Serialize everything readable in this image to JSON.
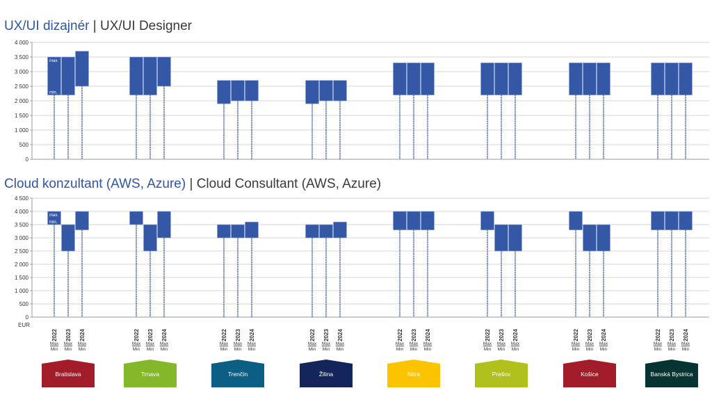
{
  "charts_meta": {
    "units_label": "EUR",
    "year_labels": [
      "2022",
      "2023",
      "2024"
    ],
    "max_label": "Max",
    "min_label": "Min",
    "inbar_max_label": "max.",
    "inbar_min_label": "min."
  },
  "regions": [
    {
      "name": "Bratislava",
      "color": "#a21c29"
    },
    {
      "name": "Trnava",
      "color": "#84b82a"
    },
    {
      "name": "Trenčín",
      "color": "#0b5f84"
    },
    {
      "name": "Žilina",
      "color": "#13255a"
    },
    {
      "name": "Nitra",
      "color": "#fbc300"
    },
    {
      "name": "Prešov",
      "color": "#b0c11e"
    },
    {
      "name": "Košice",
      "color": "#a21c29"
    },
    {
      "name": "Banská Bystrica",
      "color": "#063432"
    }
  ],
  "bar_color": "#3558a6",
  "chart_data": [
    {
      "type": "bar",
      "subtype": "floating-range",
      "title_sk": "UX/UI dizajnér",
      "title_sep": " | ",
      "title_en": "UX/UI Designer",
      "ylabel": "EUR",
      "ylim": [
        0,
        4000
      ],
      "yticks": [
        0,
        500,
        1000,
        1500,
        2000,
        2500,
        3000,
        3500,
        4000
      ],
      "ytick_labels": [
        "0",
        "500",
        "1 000",
        "1 500",
        "2 000",
        "2 500",
        "3 000",
        "3 500",
        "4 000"
      ],
      "grid": true,
      "categories": [
        "Bratislava",
        "Trnava",
        "Trenčín",
        "Žilina",
        "Nitra",
        "Prešov",
        "Košice",
        "Banská Bystrica"
      ],
      "years": [
        "2022",
        "2023",
        "2024"
      ],
      "series": [
        {
          "region": "Bratislava",
          "ranges": [
            [
              2200,
              3500
            ],
            [
              2200,
              3500
            ],
            [
              2500,
              3700
            ]
          ]
        },
        {
          "region": "Trnava",
          "ranges": [
            [
              2200,
              3500
            ],
            [
              2200,
              3500
            ],
            [
              2500,
              3500
            ]
          ]
        },
        {
          "region": "Trenčín",
          "ranges": [
            [
              1900,
              2700
            ],
            [
              2000,
              2700
            ],
            [
              2000,
              2700
            ]
          ]
        },
        {
          "region": "Žilina",
          "ranges": [
            [
              1900,
              2700
            ],
            [
              2000,
              2700
            ],
            [
              2000,
              2700
            ]
          ]
        },
        {
          "region": "Nitra",
          "ranges": [
            [
              2200,
              3300
            ],
            [
              2200,
              3300
            ],
            [
              2200,
              3300
            ]
          ]
        },
        {
          "region": "Prešov",
          "ranges": [
            [
              2200,
              3300
            ],
            [
              2200,
              3300
            ],
            [
              2200,
              3300
            ]
          ]
        },
        {
          "region": "Košice",
          "ranges": [
            [
              2200,
              3300
            ],
            [
              2200,
              3300
            ],
            [
              2200,
              3300
            ]
          ]
        },
        {
          "region": "Banská Bystrica",
          "ranges": [
            [
              2200,
              3300
            ],
            [
              2200,
              3300
            ],
            [
              2200,
              3300
            ]
          ]
        }
      ]
    },
    {
      "type": "bar",
      "subtype": "floating-range",
      "title_sk": "Cloud konzultant (AWS, Azure)",
      "title_sep": " | ",
      "title_en": "Cloud Consultant (AWS, Azure)",
      "ylabel": "EUR",
      "ylim": [
        0,
        4500
      ],
      "yticks": [
        0,
        500,
        1000,
        1500,
        2000,
        2500,
        3000,
        3500,
        4000,
        4500
      ],
      "ytick_labels": [
        "0",
        "500",
        "1 000",
        "1 500",
        "2 000",
        "2 500",
        "3 000",
        "3 500",
        "4 000",
        "4 500"
      ],
      "grid": true,
      "categories": [
        "Bratislava",
        "Trnava",
        "Trenčín",
        "Žilina",
        "Nitra",
        "Prešov",
        "Košice",
        "Banská Bystrica"
      ],
      "years": [
        "2022",
        "2023",
        "2024"
      ],
      "series": [
        {
          "region": "Bratislava",
          "ranges": [
            [
              3500,
              4000
            ],
            [
              2500,
              3500
            ],
            [
              3300,
              4000
            ]
          ]
        },
        {
          "region": "Trnava",
          "ranges": [
            [
              3500,
              4000
            ],
            [
              2500,
              3500
            ],
            [
              3000,
              4000
            ]
          ]
        },
        {
          "region": "Trenčín",
          "ranges": [
            [
              3000,
              3500
            ],
            [
              3000,
              3500
            ],
            [
              3000,
              3600
            ]
          ]
        },
        {
          "region": "Žilina",
          "ranges": [
            [
              3000,
              3500
            ],
            [
              3000,
              3500
            ],
            [
              3000,
              3600
            ]
          ]
        },
        {
          "region": "Nitra",
          "ranges": [
            [
              3300,
              4000
            ],
            [
              3300,
              4000
            ],
            [
              3300,
              4000
            ]
          ]
        },
        {
          "region": "Prešov",
          "ranges": [
            [
              3300,
              4000
            ],
            [
              2500,
              3500
            ],
            [
              2500,
              3500
            ]
          ]
        },
        {
          "region": "Košice",
          "ranges": [
            [
              3300,
              4000
            ],
            [
              2500,
              3500
            ],
            [
              2500,
              3500
            ]
          ]
        },
        {
          "region": "Banská Bystrica",
          "ranges": [
            [
              3300,
              4000
            ],
            [
              3300,
              4000
            ],
            [
              3300,
              4000
            ]
          ]
        }
      ]
    }
  ]
}
